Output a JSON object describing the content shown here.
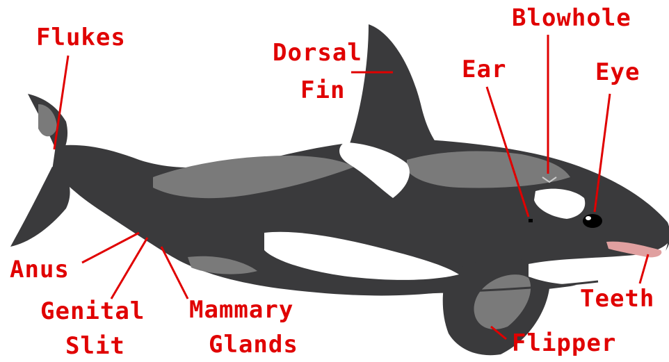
{
  "diagram": {
    "subject": "Orca (killer whale) external anatomy",
    "labels": {
      "flukes": "Flukes",
      "dorsal_1": "Dorsal",
      "dorsal_2": "Fin",
      "ear": "Ear",
      "blowhole": "Blowhole",
      "eye": "Eye",
      "anus": "Anus",
      "genital_1": "Genital",
      "genital_2": "Slit",
      "mammary_1": "Mammary",
      "mammary_2": "Glands",
      "teeth": "Teeth",
      "flipper": "Flipper"
    },
    "colors": {
      "label": "#e00000",
      "body_dark": "#3a3a3c",
      "body_gray": "#7a7a7a",
      "white_patch": "#ffffff",
      "mouth": "#e0a0a0"
    }
  }
}
